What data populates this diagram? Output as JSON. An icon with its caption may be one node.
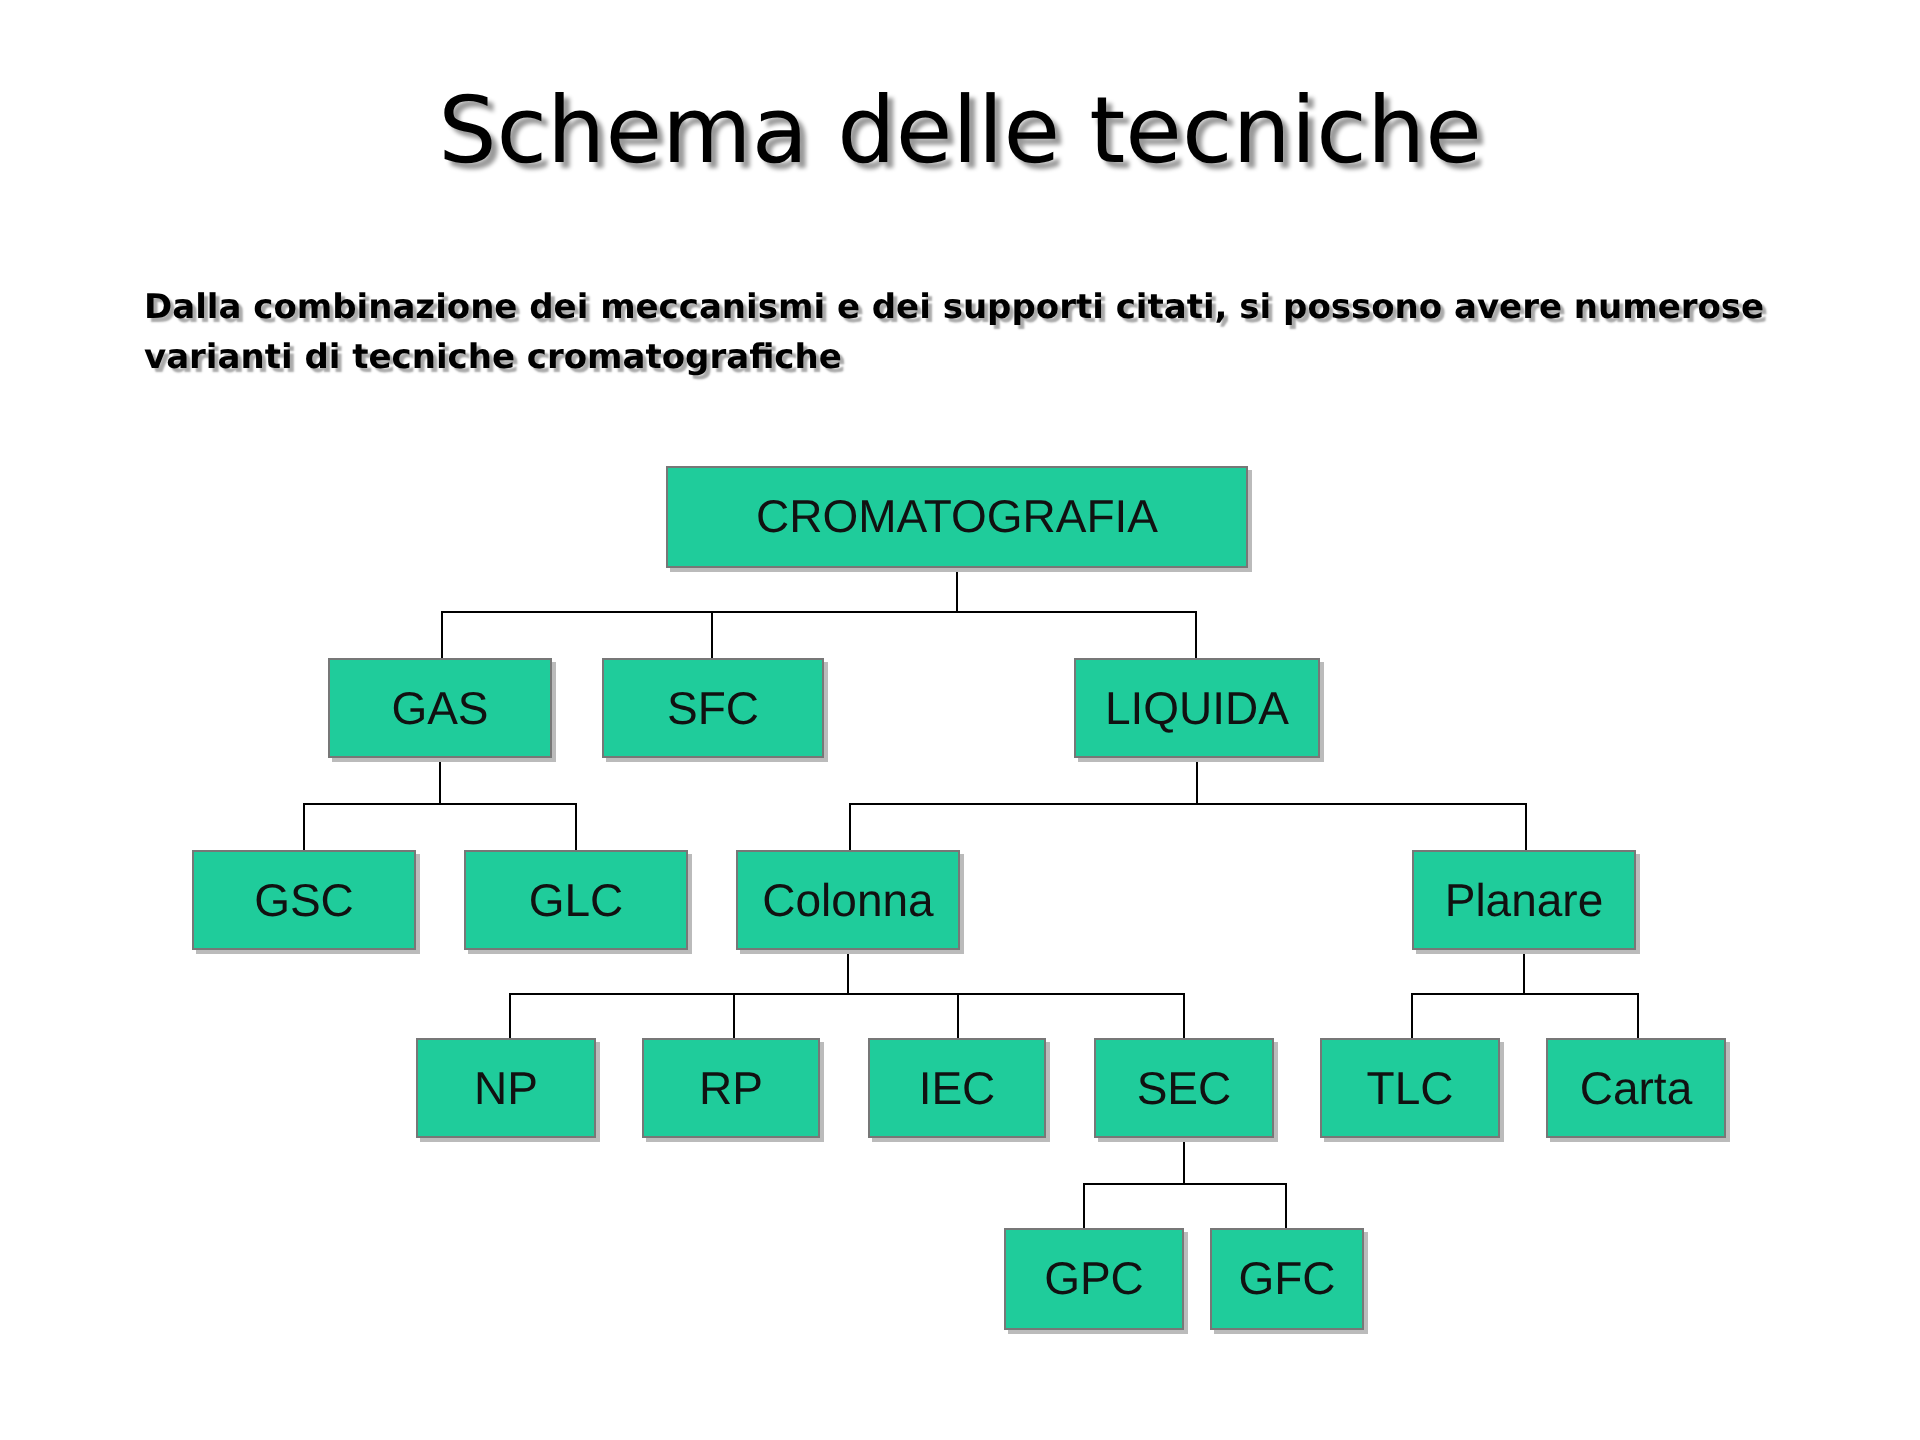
{
  "diagram": {
    "title": "Schema delle tecniche",
    "labels": [
      "Dalla combinazione dei meccanismi e dei supporti citati, si possono avere numerose varianti di tecniche cromatografiche"
    ],
    "nodes": [
      {
        "text": [
          "CROMATOGRAFIA"
        ]
      },
      {
        "text": [
          "GAS"
        ]
      },
      {
        "text": [
          "SFC"
        ]
      },
      {
        "text": [
          "LIQUIDA"
        ]
      },
      {
        "text": [
          "GSC"
        ]
      },
      {
        "text": [
          "GLC"
        ]
      },
      {
        "text": [
          "Colonna"
        ]
      },
      {
        "text": [
          "Planare"
        ]
      },
      {
        "text": [
          "NP"
        ]
      },
      {
        "text": [
          "RP"
        ]
      },
      {
        "text": [
          "IEC"
        ]
      },
      {
        "text": [
          "SEC"
        ]
      },
      {
        "text": [
          "TLC"
        ]
      },
      {
        "text": [
          "Carta"
        ]
      },
      {
        "text": [
          "GPC"
        ]
      },
      {
        "text": [
          "GFC"
        ]
      }
    ],
    "edges": [
      {
        "from": 0,
        "to": 1,
        "arrow": "none"
      },
      {
        "from": 0,
        "to": 2,
        "arrow": "none"
      },
      {
        "from": 0,
        "to": 3,
        "arrow": "none"
      },
      {
        "from": 1,
        "to": 4,
        "arrow": "none"
      },
      {
        "from": 1,
        "to": 5,
        "arrow": "none"
      },
      {
        "from": 3,
        "to": 6,
        "arrow": "none"
      },
      {
        "from": 3,
        "to": 7,
        "arrow": "none"
      },
      {
        "from": 6,
        "to": 8,
        "arrow": "none"
      },
      {
        "from": 6,
        "to": 9,
        "arrow": "none"
      },
      {
        "from": 6,
        "to": 10,
        "arrow": "none"
      },
      {
        "from": 6,
        "to": 11,
        "arrow": "none"
      },
      {
        "from": 7,
        "to": 12,
        "arrow": "none"
      },
      {
        "from": 7,
        "to": 13,
        "arrow": "none"
      },
      {
        "from": 11,
        "to": 14,
        "arrow": "none"
      },
      {
        "from": 11,
        "to": 15,
        "arrow": "none"
      }
    ]
  }
}
